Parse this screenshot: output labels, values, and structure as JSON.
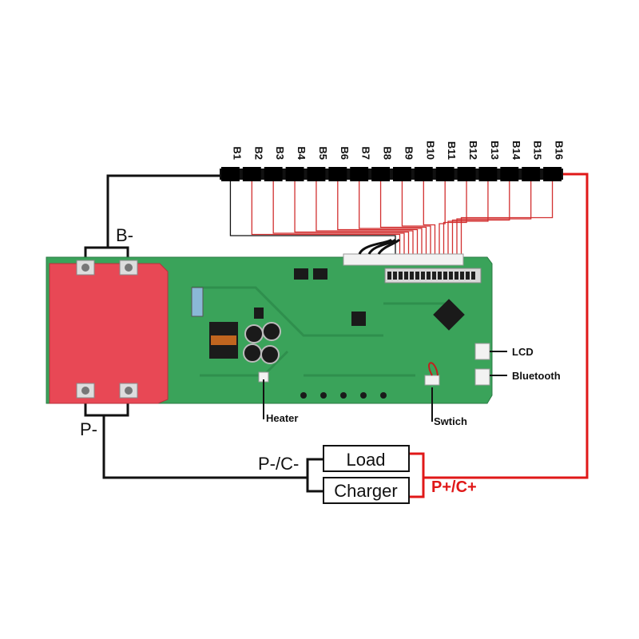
{
  "cells": [
    "B1",
    "B2",
    "B3",
    "B4",
    "B5",
    "B6",
    "B7",
    "B8",
    "B9",
    "B10",
    "B11",
    "B12",
    "B13",
    "B14",
    "B15",
    "B16"
  ],
  "labels": {
    "b_minus": "B-",
    "p_minus": "P-",
    "pc_minus": "P-/C-",
    "pc_plus": "P+/C+",
    "load": "Load",
    "charger": "Charger",
    "heater": "Heater",
    "switch": "Swtich",
    "lcd": "LCD",
    "bluetooth": "Bluetooth"
  },
  "colors": {
    "pcb": "#3aa35a",
    "heatsink": "#e84855",
    "positive_wire": "#e01818",
    "negative_wire": "#111111",
    "sense_wire": "#d23030"
  }
}
